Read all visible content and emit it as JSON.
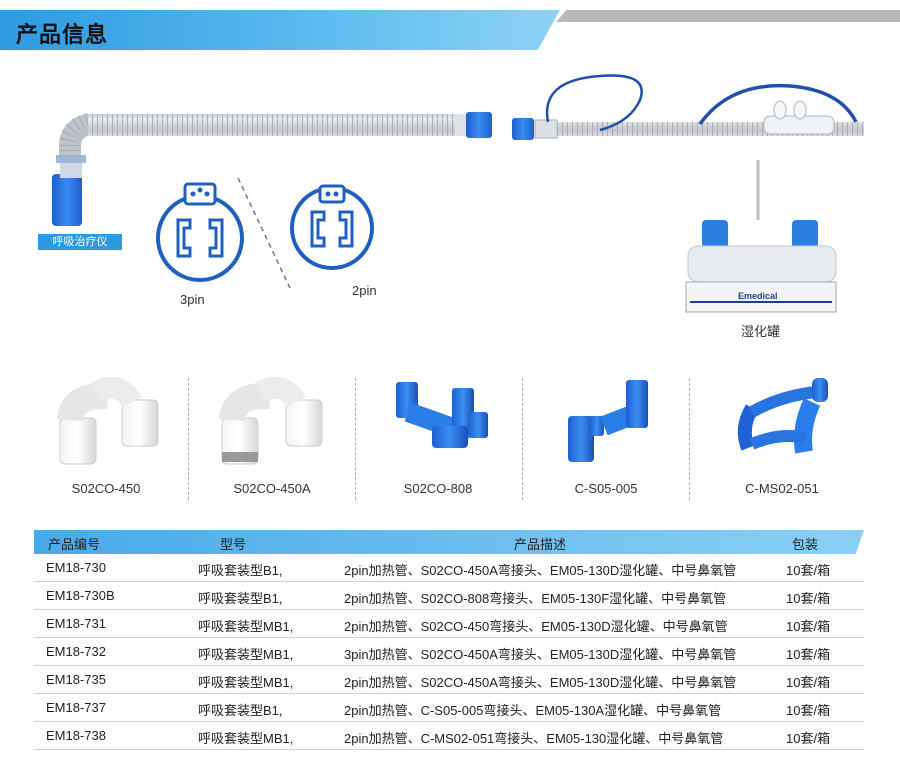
{
  "header": {
    "title": "产品信息"
  },
  "diagram": {
    "ventilator_label": "呼吸治疗仪",
    "pin3_label": "3pin",
    "pin2_label": "2pin",
    "humidifier_label": "湿化罐",
    "humidifier_brand": "Emedical"
  },
  "products": [
    {
      "code": "S02CO-450"
    },
    {
      "code": "S02CO-450A"
    },
    {
      "code": "S02CO-808"
    },
    {
      "code": "C-S05-005"
    },
    {
      "code": "C-MS02-051"
    }
  ],
  "colors": {
    "accent": "#2d9ae0",
    "part_blue": "#1f6fd6",
    "tube_grey": "#c8ccd2"
  },
  "table": {
    "headers": [
      "产品编号",
      "型号",
      "产品描述",
      "包装"
    ],
    "rows": [
      [
        "EM18-730",
        "呼吸套装型B1,",
        "2pin加热管、S02CO-450A弯接头、EM05-130D湿化罐、中号鼻氧管",
        "10套/箱"
      ],
      [
        "EM18-730B",
        "呼吸套装型B1,",
        "2pin加热管、S02CO-808弯接头、EM05-130F湿化罐、中号鼻氧管",
        "10套/箱"
      ],
      [
        "EM18-731",
        "呼吸套装型MB1,",
        "2pin加热管、S02CO-450弯接头、EM05-130D湿化罐、中号鼻氧管",
        "10套/箱"
      ],
      [
        "EM18-732",
        "呼吸套装型MB1,",
        "3pin加热管、S02CO-450A弯接头、EM05-130D湿化罐、中号鼻氧管",
        "10套/箱"
      ],
      [
        "EM18-735",
        "呼吸套装型MB1,",
        "2pin加热管、S02CO-450A弯接头、EM05-130D湿化罐、中号鼻氧管",
        "10套/箱"
      ],
      [
        "EM18-737",
        "呼吸套装型B1,",
        "2pin加热管、C-S05-005弯接头、EM05-130A湿化罐、中号鼻氧管",
        "10套/箱"
      ],
      [
        "EM18-738",
        "呼吸套装型MB1,",
        "2pin加热管、C-MS02-051弯接头、EM05-130湿化罐、中号鼻氧管",
        "10套/箱"
      ]
    ]
  }
}
